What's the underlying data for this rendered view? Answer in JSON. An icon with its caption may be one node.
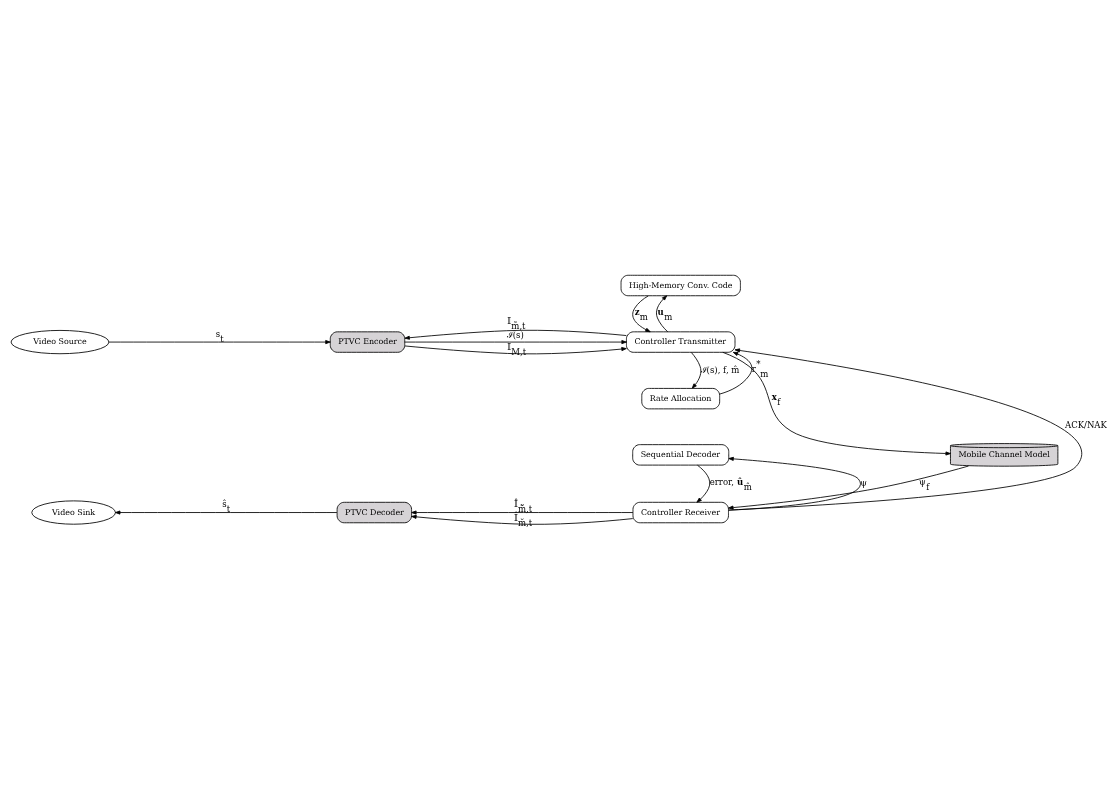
{
  "diagram": {
    "nodes": [
      {
        "text": [
          "Video Source"
        ]
      },
      {
        "text": [
          "PTVC Encoder"
        ]
      },
      {
        "text": [
          "Controller Transmitter"
        ]
      },
      {
        "text": [
          "High-Memory Conv. Code"
        ]
      },
      {
        "text": [
          "Rate Allocation"
        ]
      },
      {
        "text": [
          "Mobile Channel Model"
        ]
      },
      {
        "text": [
          "Sequential Decoder"
        ]
      },
      {
        "text": [
          "Controller Receiver"
        ]
      },
      {
        "text": [
          "PTVC Decoder"
        ]
      },
      {
        "text": [
          "Video Sink"
        ]
      }
    ],
    "edges": [
      {
        "from": 0,
        "to": 1,
        "arrow": "to",
        "label": "s$_{t}$"
      },
      {
        "from": 1,
        "to": 2,
        "arrow": "to",
        "label": "𝕀$_{M,t}$"
      },
      {
        "from": 1,
        "to": 2,
        "arrow": "to",
        "label": "ℐ(s)"
      },
      {
        "from": 2,
        "to": 1,
        "arrow": "to",
        "label": "𝕀$_{m̃,t}$"
      },
      {
        "from": 2,
        "to": 3,
        "arrow": "to",
        "label": "**u**$_{m}$"
      },
      {
        "from": 3,
        "to": 2,
        "arrow": "to",
        "label": "**z**$_{m}$"
      },
      {
        "from": 2,
        "to": 4,
        "arrow": "to",
        "label": "ℐ(s), f, m̂"
      },
      {
        "from": 4,
        "to": 2,
        "arrow": "to",
        "label": "r$^{*}$$_{m}$"
      },
      {
        "from": 2,
        "to": 5,
        "arrow": "to",
        "label": "**x**$_{f}$"
      },
      {
        "from": 7,
        "to": 2,
        "arrow": "to",
        "label": "ACK/NAK"
      },
      {
        "from": 5,
        "to": 7,
        "arrow": "to",
        "label": "ψ$_{f}$"
      },
      {
        "from": 7,
        "to": 6,
        "arrow": "to",
        "label": "ψ"
      },
      {
        "from": 6,
        "to": 7,
        "arrow": "to",
        "label": "error, **û**$_{m̂}$"
      },
      {
        "from": 7,
        "to": 8,
        "arrow": "to",
        "label": "𝕀̂$_{m̃̆,t}$"
      },
      {
        "from": 7,
        "to": 8,
        "arrow": "to",
        "label": "𝕀̂$_{m̆,t}$"
      },
      {
        "from": 8,
        "to": 9,
        "arrow": "to",
        "label": "ŝ$_{t}$"
      }
    ]
  }
}
